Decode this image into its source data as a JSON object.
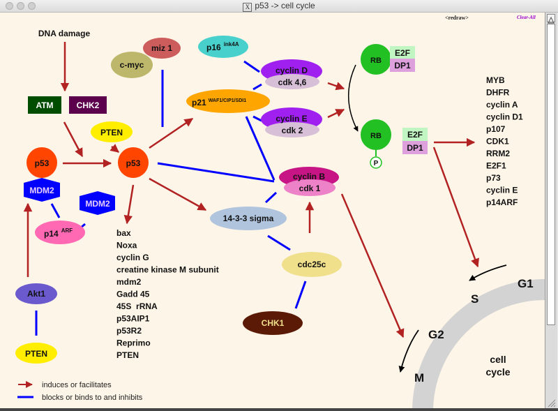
{
  "window": {
    "title": "p53 -> cell cycle",
    "app_icon": "x11-icon"
  },
  "toolbar": {
    "redraw_label": "<redraw>",
    "clear_all_label": "Clear-All"
  },
  "nodes": {
    "dna_damage": "DNA damage",
    "atm": "ATM",
    "chk2": "CHK2",
    "miz1": "miz 1",
    "cmyc": "c-myc",
    "p16": "p16",
    "p16_sup": "ink4A",
    "pten_top": "PTEN",
    "p53_left": "p53",
    "p53_center": "p53",
    "mdm2_left": "MDM2",
    "mdm2_right": "MDM2",
    "p14": "p14",
    "p14_sup": "ARF",
    "akt1": "Akt1",
    "pten_bottom": "PTEN",
    "p21": "p21",
    "p21_sup": "WAF1/CIP1/SDI1",
    "cyclin_d": "cyclin D",
    "cdk46": "cdk 4,6",
    "cyclin_e": "cyclin E",
    "cdk2": "cdk 2",
    "rb_top": "RB",
    "e2f_top": "E2F",
    "dp1_top": "DP1",
    "rb_bottom": "RB",
    "phospho": "P",
    "e2f_bottom": "E2F",
    "dp1_bottom": "DP1",
    "cyclin_b": "cyclin B",
    "cdk1": "cdk 1",
    "sigma": "14-3-3 sigma",
    "cdc25c": "cdc25c",
    "chk1": "CHK1"
  },
  "p53_targets": [
    "bax",
    "Noxa",
    "cyclin G",
    "creatine kinase M subunit",
    "mdm2",
    "Gadd 45",
    "45S  rRNA",
    "p53AIP1",
    "p53R2",
    "Reprimo",
    "PTEN"
  ],
  "e2f_targets": [
    "MYB",
    "DHFR",
    "cyclin A",
    "cyclin D1",
    "p107",
    "CDK1",
    "RRM2",
    "E2F1",
    "p73",
    "cyclin E",
    "p14ARF"
  ],
  "cell_cycle": {
    "phases": [
      "G1",
      "S",
      "G2",
      "M"
    ],
    "label_line1": "cell",
    "label_line2": "cycle"
  },
  "legend": {
    "induces": "induces or facilitates",
    "inhibits": "blocks or binds to and inhibits"
  },
  "colors": {
    "induce_arrow": "#b22222",
    "inhibit_line": "#0000ff",
    "background": "#fdf5e8",
    "p53": "#ff4500",
    "mdm2": "#0000ff",
    "rb": "#22c022",
    "cell_cycle_ring": "#d3d3d3"
  }
}
